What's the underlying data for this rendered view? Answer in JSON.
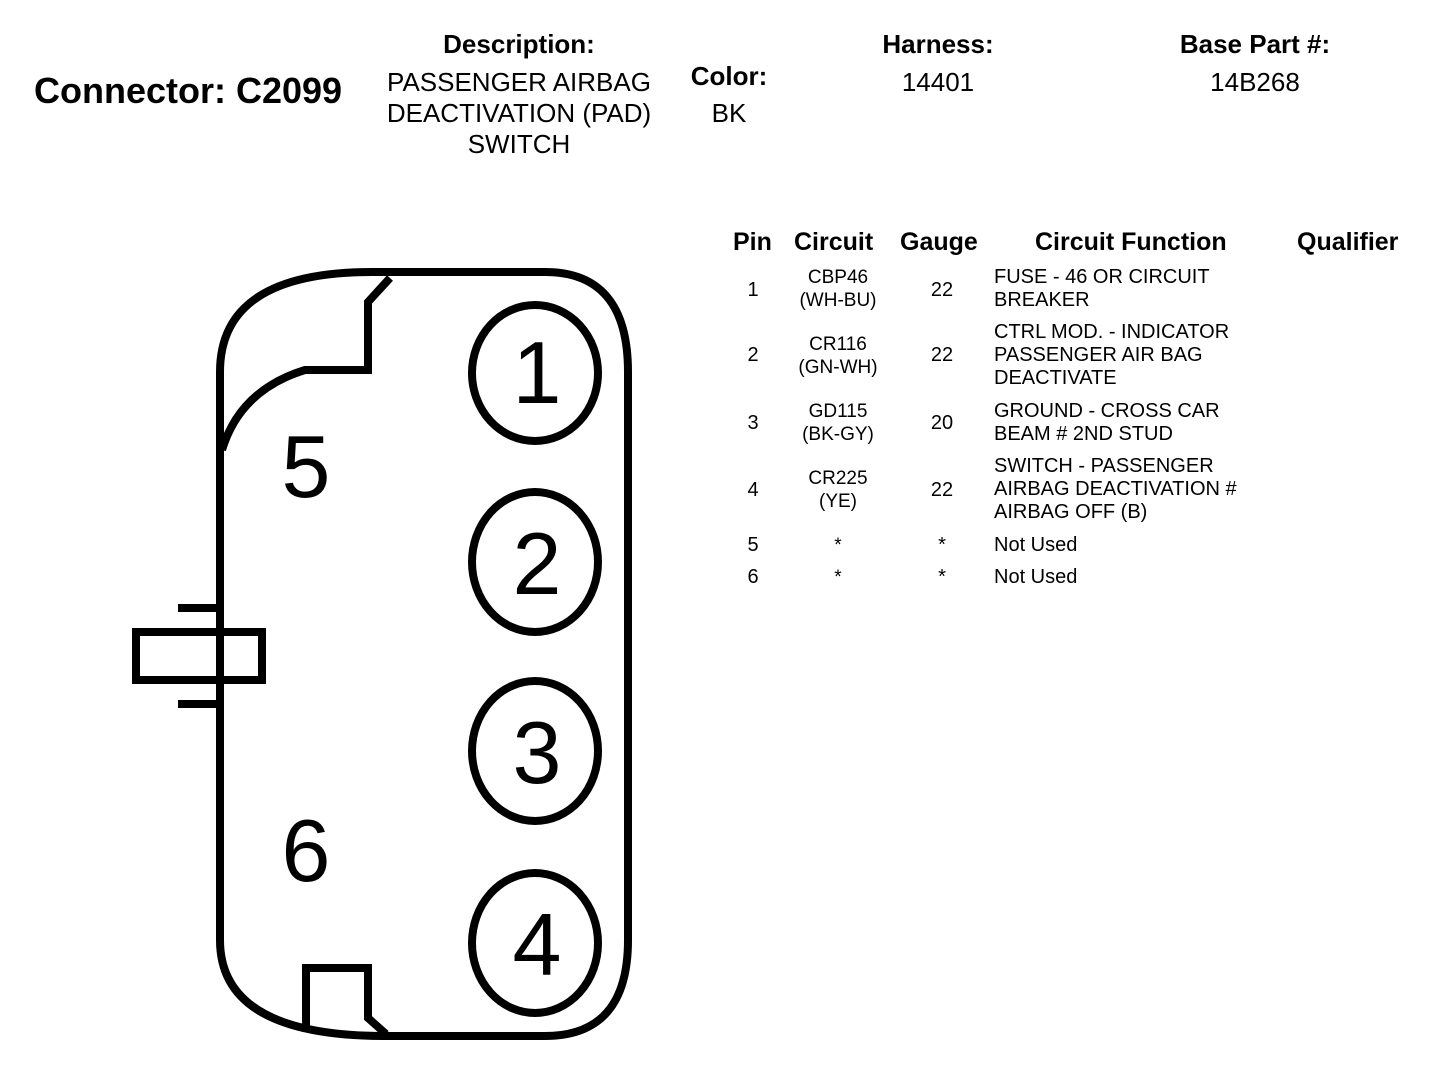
{
  "header": {
    "connector_title": "Connector: C2099",
    "description_label": "Description:",
    "description_lines": [
      "PASSENGER AIRBAG",
      "DEACTIVATION (PAD)",
      "SWITCH"
    ],
    "color_label": "Color:",
    "color_value": "BK",
    "harness_label": "Harness:",
    "harness_value": "14401",
    "base_part_label": "Base Part #:",
    "base_part_value": "14B268"
  },
  "connector_face": {
    "pin_labels": [
      "1",
      "2",
      "3",
      "4",
      "5",
      "6"
    ]
  },
  "pin_table": {
    "columns": {
      "pin": "Pin",
      "circuit": "Circuit",
      "gauge": "Gauge",
      "function": "Circuit Function",
      "qualifier": "Qualifier"
    },
    "rows": [
      {
        "pin": "1",
        "circuit": [
          "CBP46",
          "(WH-BU)"
        ],
        "gauge": "22",
        "function": [
          "FUSE - 46 OR CIRCUIT",
          "BREAKER"
        ],
        "qualifier": ""
      },
      {
        "pin": "2",
        "circuit": [
          "CR116",
          "(GN-WH)"
        ],
        "gauge": "22",
        "function": [
          "CTRL MOD. - INDICATOR",
          "PASSENGER AIR BAG",
          "DEACTIVATE"
        ],
        "qualifier": ""
      },
      {
        "pin": "3",
        "circuit": [
          "GD115",
          "(BK-GY)"
        ],
        "gauge": "20",
        "function": [
          "GROUND - CROSS CAR",
          "BEAM # 2ND STUD"
        ],
        "qualifier": ""
      },
      {
        "pin": "4",
        "circuit": [
          "CR225",
          "(YE)"
        ],
        "gauge": "22",
        "function": [
          "SWITCH - PASSENGER",
          "AIRBAG DEACTIVATION #",
          "AIRBAG OFF (B)"
        ],
        "qualifier": ""
      },
      {
        "pin": "5",
        "circuit": [
          "*"
        ],
        "gauge": "*",
        "function": [
          "Not Used"
        ],
        "qualifier": ""
      },
      {
        "pin": "6",
        "circuit": [
          "*"
        ],
        "gauge": "*",
        "function": [
          "Not Used"
        ],
        "qualifier": ""
      }
    ]
  }
}
